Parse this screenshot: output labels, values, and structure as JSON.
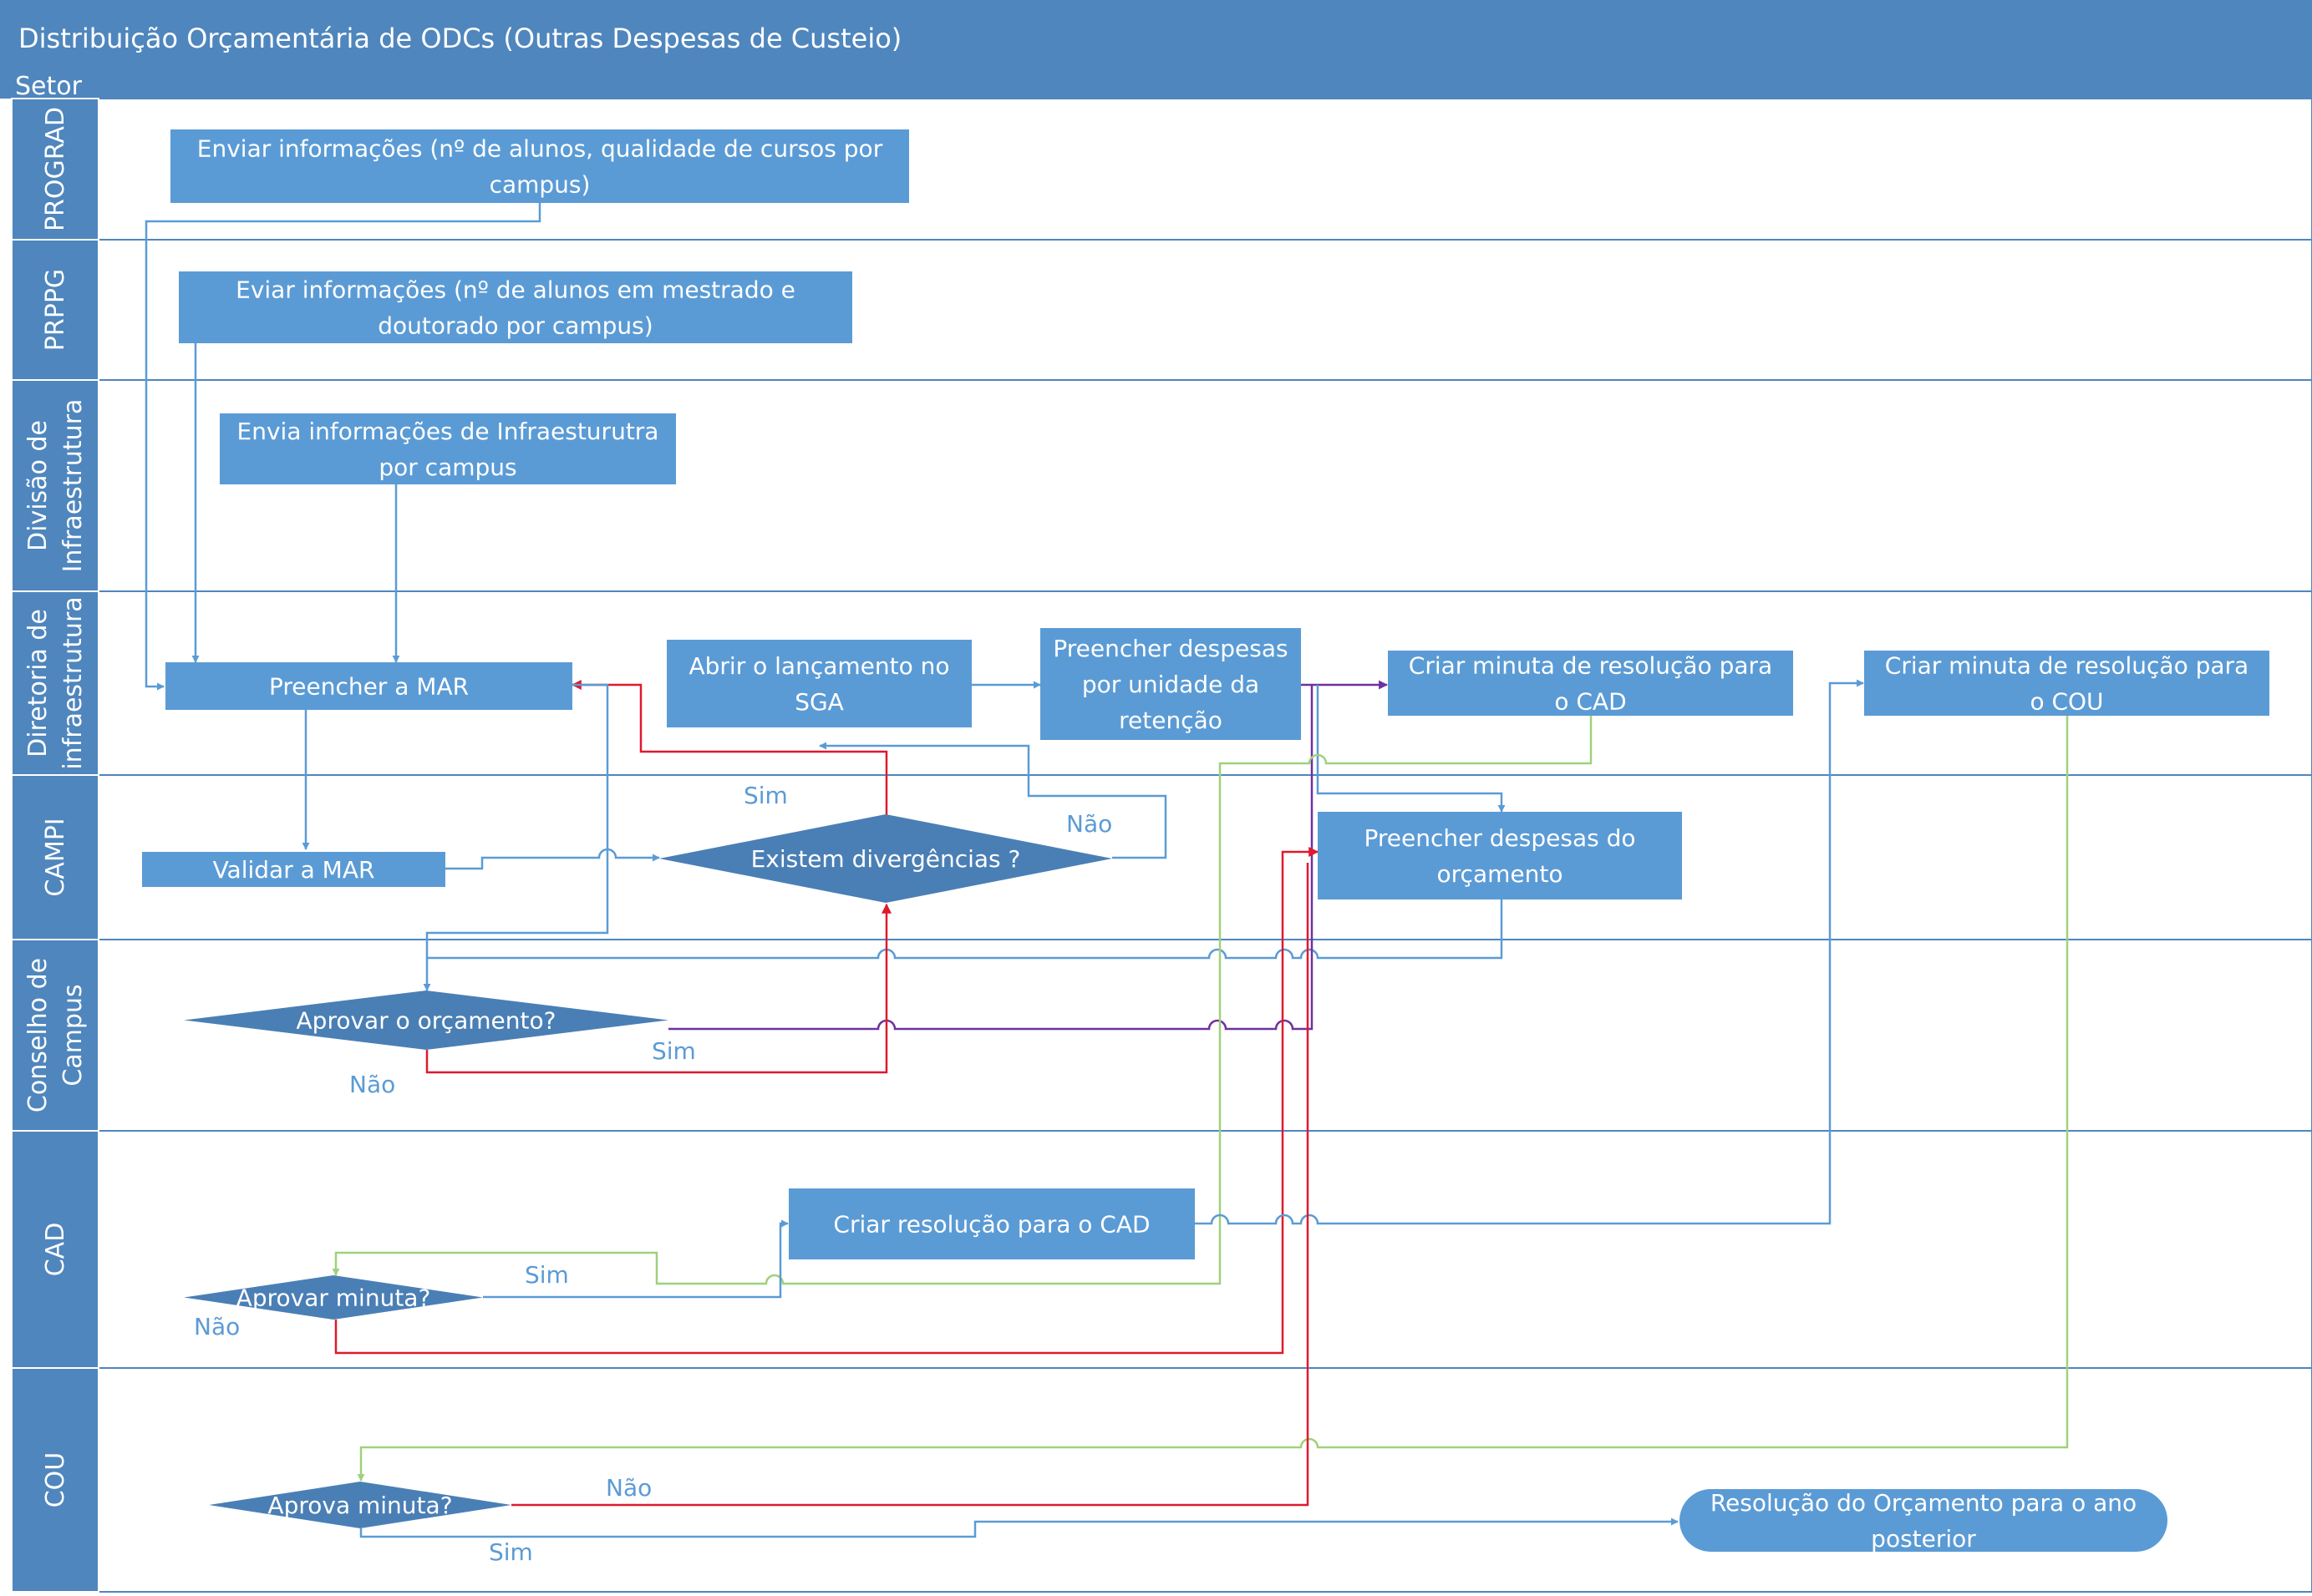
{
  "title": "Distribuição Orçamentária de ODCs (Outras Despesas de Custeio)",
  "header_label": "Setor",
  "lanes": [
    {
      "id": "prograd",
      "lines": [
        "PROGRAD"
      ]
    },
    {
      "id": "prppg",
      "lines": [
        "PRPPG"
      ]
    },
    {
      "id": "div-infra",
      "lines": [
        "Divisão de",
        "Infraestrutura"
      ]
    },
    {
      "id": "dir-infra",
      "lines": [
        "Diretoria de",
        "infraestrutura"
      ]
    },
    {
      "id": "campi",
      "lines": [
        "CAMPI"
      ]
    },
    {
      "id": "conselho",
      "lines": [
        "Conselho de",
        "Campus"
      ]
    },
    {
      "id": "cad",
      "lines": [
        "CAD"
      ]
    },
    {
      "id": "cou",
      "lines": [
        "COU"
      ]
    }
  ],
  "nodes": [
    {
      "id": "enviar-prograd",
      "shape": "rect",
      "lines": [
        "Enviar informações  (nº de alunos, qualidade de cursos por",
        "campus)"
      ]
    },
    {
      "id": "eviar-prppg",
      "shape": "rect",
      "lines": [
        "Eviar informações  (nº de alunos em mestrado e",
        "doutorado por campus)"
      ]
    },
    {
      "id": "envia-infra",
      "shape": "rect",
      "lines": [
        "Envia informações de Infraesturutra",
        "por campus"
      ]
    },
    {
      "id": "preencher-mar",
      "shape": "rect",
      "lines": [
        "Preencher a MAR"
      ]
    },
    {
      "id": "abrir-sga",
      "shape": "rect",
      "lines": [
        "Abrir o lançamento no",
        "SGA"
      ]
    },
    {
      "id": "preencher-retencao",
      "shape": "rect",
      "lines": [
        "Preencher despesas",
        "por unidade da",
        "retenção"
      ]
    },
    {
      "id": "minuta-cad",
      "shape": "rect",
      "lines": [
        "Criar minuta de resolução para",
        "o CAD"
      ]
    },
    {
      "id": "minuta-cou",
      "shape": "rect",
      "lines": [
        "Criar minuta de resolução para",
        "o COU"
      ]
    },
    {
      "id": "validar-mar",
      "shape": "rect",
      "lines": [
        "Validar a MAR"
      ]
    },
    {
      "id": "divergencias",
      "shape": "diamond",
      "lines": [
        "Existem divergências ?"
      ]
    },
    {
      "id": "preencher-orcamento",
      "shape": "rect",
      "lines": [
        "Preencher despesas do",
        "orçamento"
      ]
    },
    {
      "id": "aprovar-orcamento",
      "shape": "diamond",
      "lines": [
        "Aprovar o orçamento?"
      ]
    },
    {
      "id": "resolucao-cad",
      "shape": "rect",
      "lines": [
        "Criar resolução para o CAD"
      ]
    },
    {
      "id": "aprovar-minuta",
      "shape": "diamond",
      "lines": [
        "Aprovar minuta?"
      ]
    },
    {
      "id": "aprova-minuta",
      "shape": "diamond",
      "lines": [
        "Aprova minuta?"
      ]
    },
    {
      "id": "resolucao-final",
      "shape": "rounded",
      "lines": [
        "Resolução do Orçamento para o ano",
        "posterior"
      ]
    }
  ],
  "edge_labels": [
    {
      "id": "div-sim",
      "text": "Sim"
    },
    {
      "id": "div-nao",
      "text": "Não"
    },
    {
      "id": "orc-sim",
      "text": "Sim"
    },
    {
      "id": "orc-nao",
      "text": "Não"
    },
    {
      "id": "cad-sim",
      "text": "Sim"
    },
    {
      "id": "cad-nao",
      "text": "Não"
    },
    {
      "id": "cou-nao",
      "text": "Não"
    },
    {
      "id": "cou-sim",
      "text": "Sim"
    }
  ],
  "colors": {
    "band": "#4f86bd",
    "node": "#5b9bd5",
    "decision": "#4a7fb5",
    "line_blue": "#5b9bd5",
    "line_red": "#e0192d",
    "line_green": "#9fd17c",
    "line_purple": "#7030a0",
    "lane_border": "#4f86bd"
  }
}
